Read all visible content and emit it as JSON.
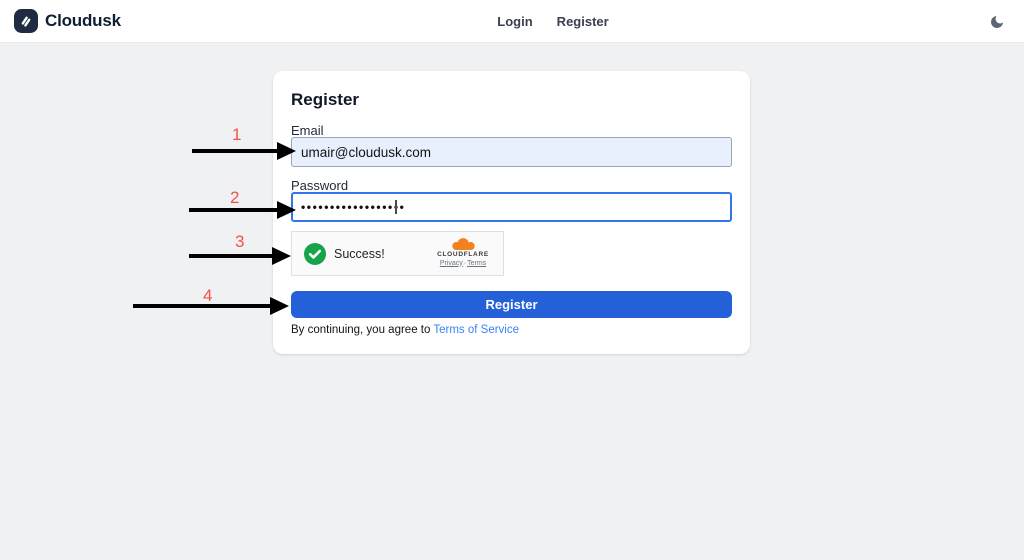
{
  "navbar": {
    "brand": "Cloudusk",
    "links": [
      {
        "label": "Login"
      },
      {
        "label": "Register"
      }
    ],
    "theme_icon": "moon-icon"
  },
  "card": {
    "title": "Register",
    "email": {
      "label": "Email",
      "value": "umair@cloudusk.com"
    },
    "password": {
      "label": "Password",
      "masked_value": "••••••••••••••••••"
    },
    "turnstile": {
      "status": "Success!",
      "brand": "CLOUDFLARE",
      "privacy_label": "Privacy",
      "separator": "·",
      "terms_label": "Terms"
    },
    "submit_label": "Register",
    "terms_prefix": "By continuing, you agree to ",
    "terms_link": "Terms of Service"
  },
  "annotations": {
    "items": [
      {
        "number": "1",
        "target": "email-input"
      },
      {
        "number": "2",
        "target": "password-input"
      },
      {
        "number": "3",
        "target": "turnstile-widget"
      },
      {
        "number": "4",
        "target": "register-button"
      }
    ]
  },
  "colors": {
    "accent_blue": "#2461d8",
    "focus_border": "#3575ec",
    "autofill_bg": "#e8f0fe",
    "success_green": "#16a34a",
    "cloudflare_orange": "#f48120",
    "annotation_red": "#f75048",
    "brand_navy": "#1e2b40",
    "page_bg": "#eff1f3"
  }
}
